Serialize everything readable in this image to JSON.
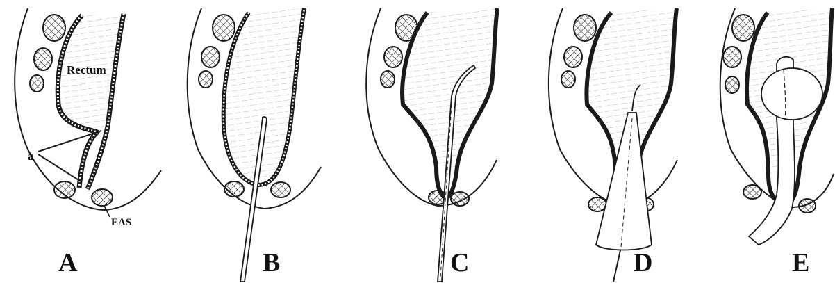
{
  "figure": {
    "panels": [
      {
        "letter": "A"
      },
      {
        "letter": "B"
      },
      {
        "letter": "C"
      },
      {
        "letter": "D"
      },
      {
        "letter": "E"
      }
    ],
    "annotations": {
      "rectum": "Rectum",
      "a": "a",
      "eas": "EAS"
    }
  },
  "colors": {
    "ink": "#1a1a1a",
    "paper": "#ffffff",
    "shade": "#9a9a9a"
  },
  "icons": [
    "sacrum-vertebra-icon",
    "external-anal-sphincter-icon",
    "rectal-wall-icon",
    "probe-icon",
    "balloon-icon"
  ]
}
